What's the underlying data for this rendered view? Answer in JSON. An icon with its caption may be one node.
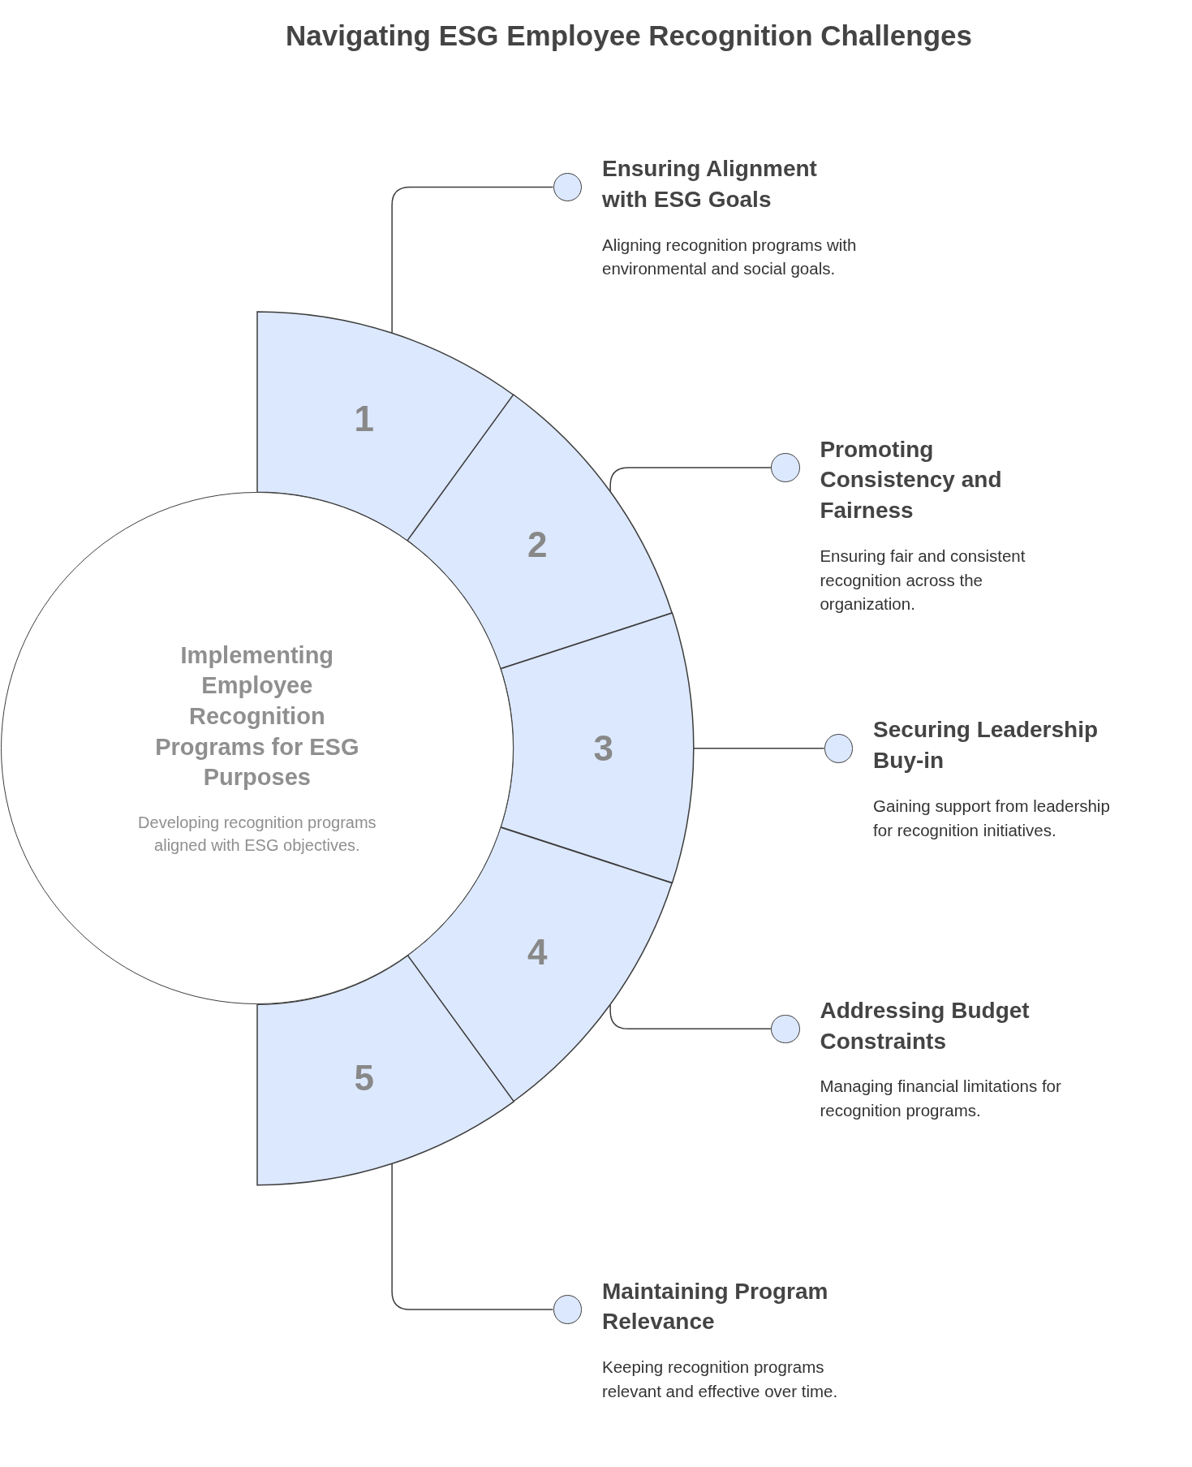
{
  "diagram": {
    "title": "Navigating ESG Employee Recognition Challenges",
    "nodes": [
      {
        "text": [
          "Implementing Employee Recognition Programs for ESG Purposes",
          "Developing recognition programs aligned with ESG objectives."
        ]
      },
      {
        "text": [
          "1"
        ]
      },
      {
        "text": [
          "2"
        ]
      },
      {
        "text": [
          "3"
        ]
      },
      {
        "text": [
          "4"
        ]
      },
      {
        "text": [
          "5"
        ]
      },
      {
        "text": [],
        "shape": "circle",
        "beside": [
          "Ensuring Alignment with ESG Goals",
          "Aligning recognition programs with environmental and social goals."
        ]
      },
      {
        "text": [],
        "shape": "circle",
        "beside": [
          "Promoting Consistency and Fairness",
          "Ensuring fair and consistent recognition across the organization."
        ]
      },
      {
        "text": [],
        "shape": "circle",
        "beside": [
          "Securing Leadership Buy-in",
          "Gaining support from leadership for recognition initiatives."
        ]
      },
      {
        "text": [],
        "shape": "circle",
        "beside": [
          "Addressing Budget Constraints",
          "Managing financial limitations for recognition programs."
        ]
      },
      {
        "text": [],
        "shape": "circle",
        "beside": [
          "Maintaining Program Relevance",
          "Keeping recognition programs relevant and effective over time."
        ]
      }
    ],
    "edges": [
      {
        "from": 1,
        "to": 6,
        "arrow": "none"
      },
      {
        "from": 2,
        "to": 7,
        "arrow": "none"
      },
      {
        "from": 3,
        "to": 8,
        "arrow": "none"
      },
      {
        "from": 4,
        "to": 9,
        "arrow": "none"
      },
      {
        "from": 5,
        "to": 10,
        "arrow": "none"
      }
    ]
  }
}
